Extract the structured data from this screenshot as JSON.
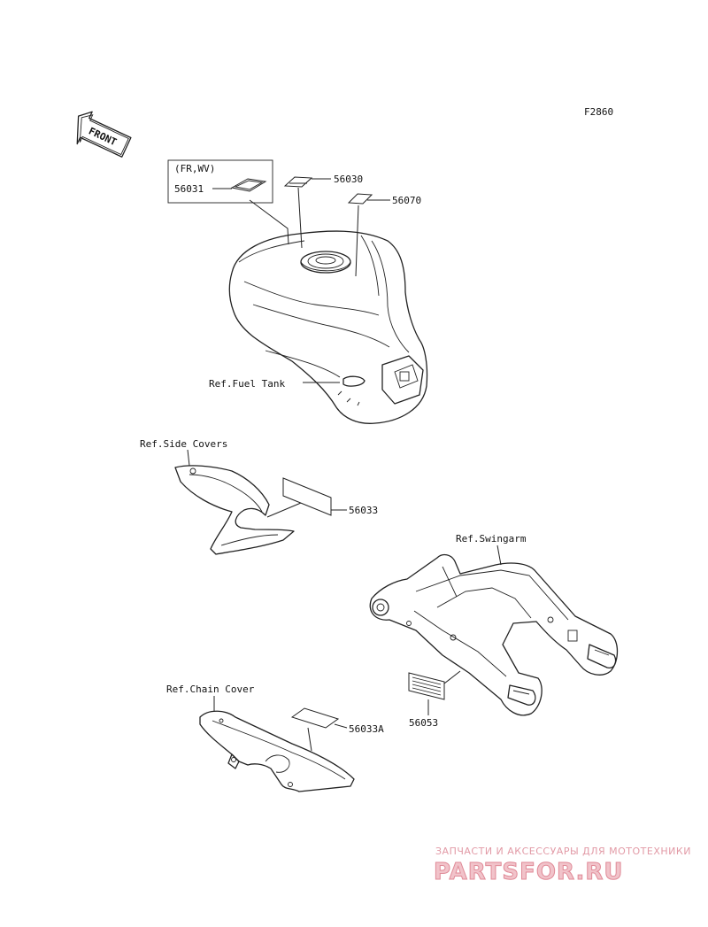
{
  "figure_code": "F2860",
  "front_label": "FRONT",
  "variant_box": {
    "note": "(FR,WV)",
    "part": "56031"
  },
  "parts": {
    "p56030": "56030",
    "p56070": "56070",
    "p56033": "56033",
    "p56053": "56053",
    "p56033A": "56033A"
  },
  "refs": {
    "fuel_tank": "Ref.Fuel Tank",
    "side_covers": "Ref.Side Covers",
    "swingarm": "Ref.Swingarm",
    "chain_cover": "Ref.Chain Cover"
  },
  "watermark": {
    "tagline": "ЗАПЧАСТИ И АКСЕССУАРЫ ДЛЯ МОТОТЕХНИКИ",
    "brand": "PARTSFOR.RU"
  }
}
